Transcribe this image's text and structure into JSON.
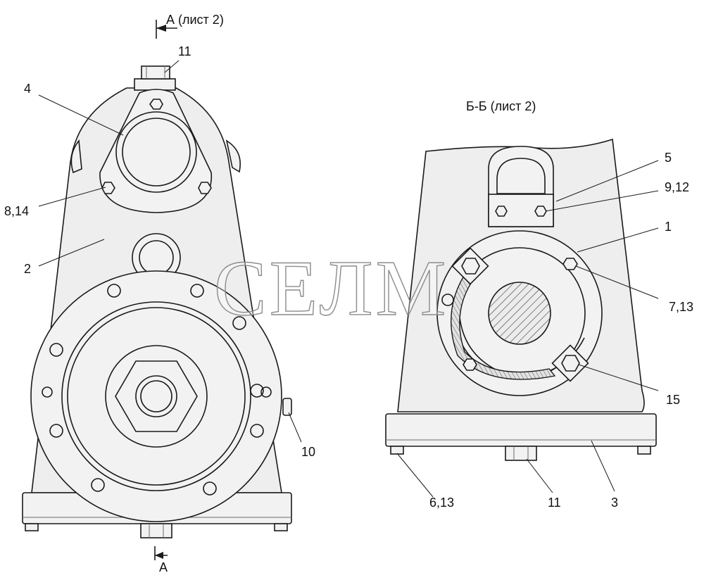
{
  "section_marks": {
    "top_a": "А (лист 2)",
    "bottom_a": "А",
    "bb_title": "Б-Б (лист 2)"
  },
  "callouts": {
    "c11_top": "11",
    "c4": "4",
    "c8_14": "8,14",
    "c2": "2",
    "c10": "10",
    "c5": "5",
    "c9_12": "9,12",
    "c1": "1",
    "c7_13": "7,13",
    "c15": "15",
    "c6_13": "6,13",
    "c11_bottom": "11",
    "c3": "3"
  },
  "watermark": "СЕЛМ"
}
